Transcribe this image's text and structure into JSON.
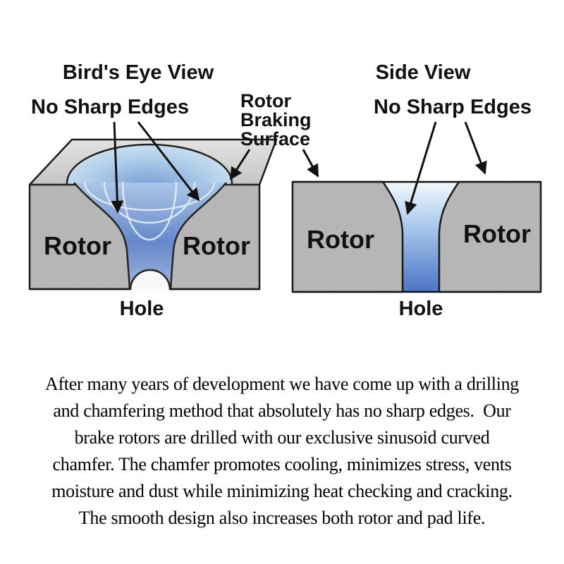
{
  "colors": {
    "red": "#e3211d",
    "black": "#111111"
  },
  "birds_eye": {
    "title": "Bird's Eye View",
    "no_sharp_edges_label": "No Sharp Edges",
    "rotor_left_label": "Rotor",
    "rotor_right_label": "Rotor",
    "hole_label": "Hole"
  },
  "side": {
    "title": "Side View",
    "no_sharp_edges_label": "No Sharp Edges",
    "rotor_left_label": "Rotor",
    "rotor_right_label": "Rotor",
    "hole_label": "Hole"
  },
  "rotor_braking_surface": {
    "line1": "Rotor",
    "line2": "Braking",
    "line3": "Surface"
  },
  "paragraph": {
    "lines": [
      "After many years of development we have come up with a drilling",
      "and chamfering method that absolutely has no sharp edges.  Our",
      "brake rotors are drilled with our exclusive sinusoid curved",
      "chamfer. The chamfer promotes cooling, minimizes stress, vents",
      "moisture and dust while minimizing heat checking and cracking.",
      "The smooth design also increases both rotor and pad life."
    ]
  }
}
